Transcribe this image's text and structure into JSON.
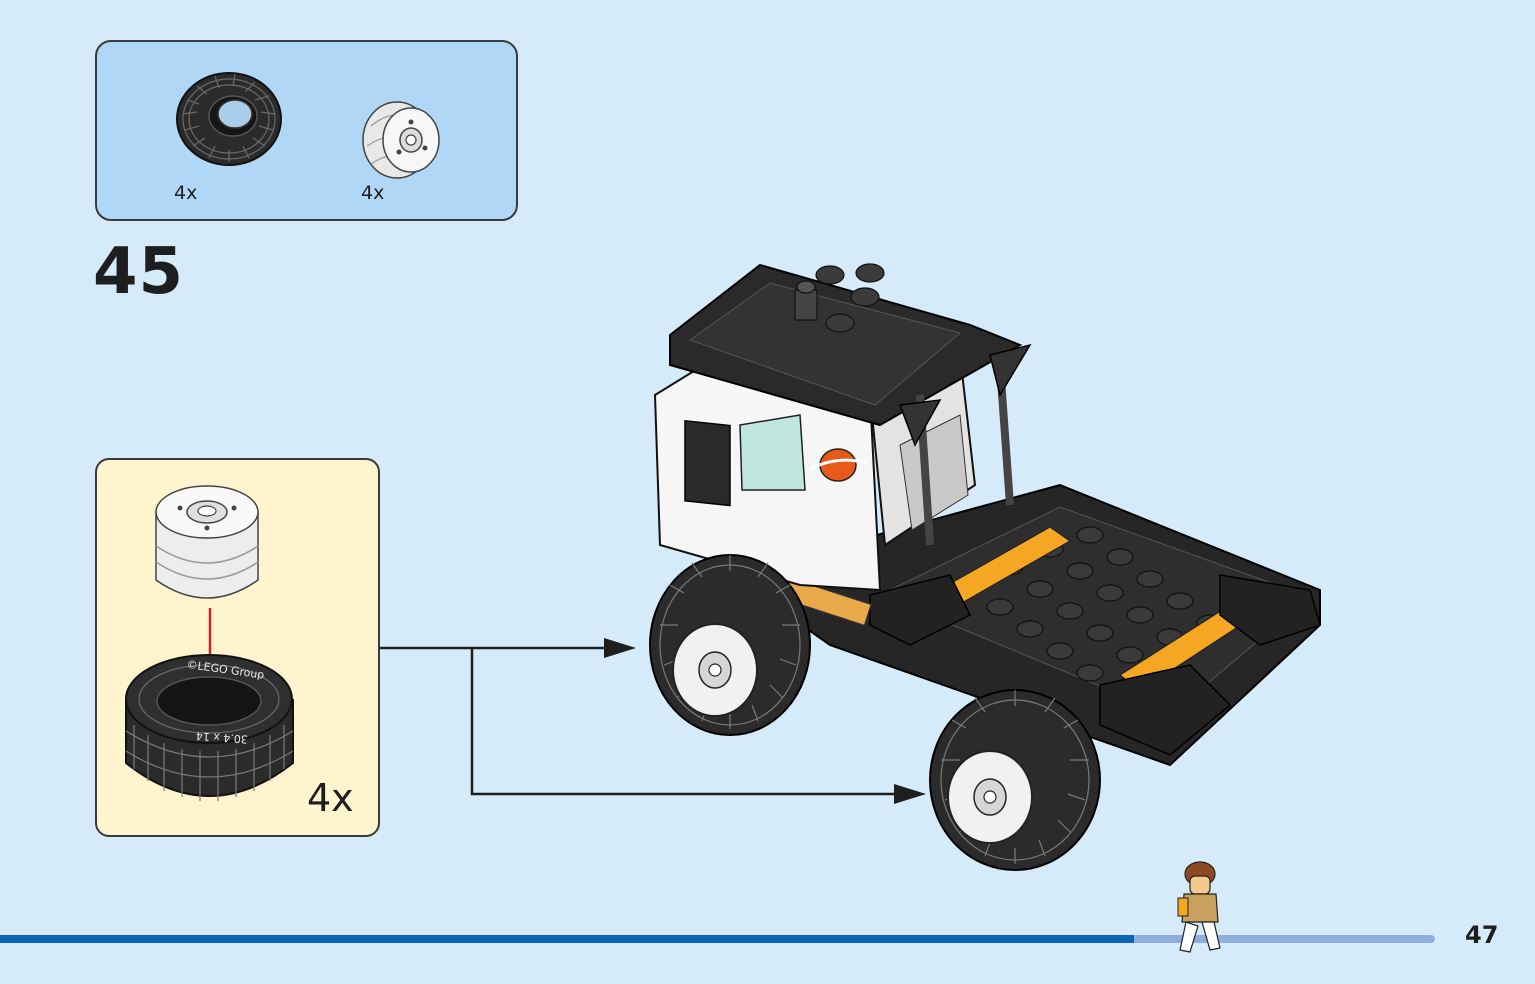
{
  "step": {
    "number": "45"
  },
  "parts": [
    {
      "name": "tire-icon",
      "quantity": "4x"
    },
    {
      "name": "wheel-rim-icon",
      "quantity": "4x"
    }
  ],
  "subassembly": {
    "quantity": "4x",
    "tire_text": "30.4 x 14",
    "tire_brand": "©LEGO Group"
  },
  "footer": {
    "page_number": "47",
    "progress_fraction": 0.79
  },
  "colors": {
    "background": "#d5ebfa",
    "parts_box": "#b0d7f6",
    "subassembly_box": "#fef5cf",
    "progress_done": "#0b63b5",
    "progress_remaining": "#8eaee0",
    "arrow": "#d22020",
    "accent_orange": "#f5a623"
  }
}
